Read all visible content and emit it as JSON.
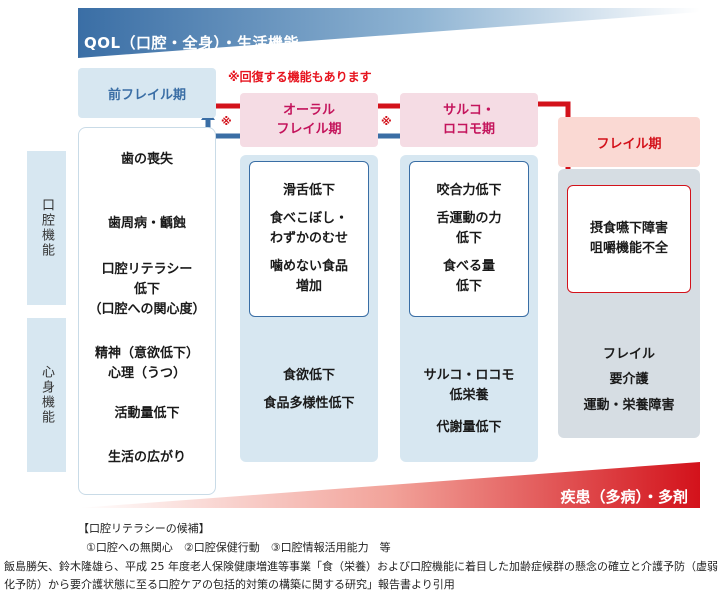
{
  "qol_banner": "QOL（口腔・全身）・生活機能",
  "disease_banner": "疾患（多病）・多剤",
  "note_recovery": "※回復する機能もあります",
  "recovery_mark": "※",
  "stages": {
    "pre": "前フレイル期",
    "oral_line1": "オーラル",
    "oral_line2": "フレイル期",
    "sarco_line1": "サルコ・",
    "sarco_line2": "ロコモ期",
    "frail": "フレイル期"
  },
  "side_labels": {
    "oral": "口腔機能",
    "body": "心身機能"
  },
  "pre_items": {
    "tooth_loss": "歯の喪失",
    "perio": "歯周病・齲蝕",
    "literacy_1": "口腔リテラシー",
    "literacy_2": "低下",
    "literacy_3": "（口腔への関心度）",
    "mental_1": "精神（意欲低下）",
    "mental_2": "心理（うつ）",
    "activity": "活動量低下",
    "life_range": "生活の広がり"
  },
  "oral_box": {
    "l1": "滑舌低下",
    "l2": "食べこぼし・",
    "l3": "わずかのむせ",
    "l4": "噛めない食品",
    "l5": "増加"
  },
  "oral_out": {
    "l1": "食欲低下",
    "l2": "食品多様性低下"
  },
  "sarco_box": {
    "l1": "咬合力低下",
    "l2": "舌運動の力",
    "l3": "低下",
    "l4": "食べる量",
    "l5": "低下"
  },
  "sarco_out": {
    "l1": "サルコ・ロコモ",
    "l2": "低栄養",
    "l3": "代謝量低下"
  },
  "frail_box": {
    "l1": "摂食嚥下障害",
    "l2": "咀嚼機能不全"
  },
  "frail_out": {
    "l1": "フレイル",
    "l2": "要介護",
    "l3": "運動・栄養障害"
  },
  "footnote": {
    "title": "【口腔リテラシーの候補】",
    "items": "①口腔への無関心　②口腔保健行動　③口腔情報活用能力　等",
    "citation": "飯島勝矢、鈴木隆雄ら、平成 25 年度老人保険健康増進等事業「食（栄養）および口腔機能に着目した加齢症候群の懸念の確立と介護予防（虚弱化予防）から要介護状態に至る口腔ケアの包括的対策の構築に関する研究」報告書より引用"
  },
  "colors": {
    "blue": "#3a6ea5",
    "light_blue": "#d7e7f1",
    "red": "#d3121b",
    "pink": "#f5dce4",
    "gray": "#d6dde3"
  }
}
